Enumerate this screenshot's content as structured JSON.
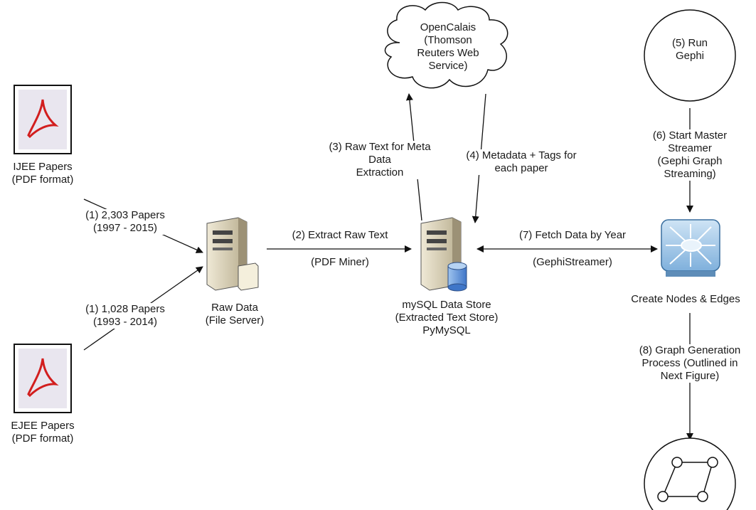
{
  "ijee": {
    "line1": "IJEE Papers",
    "line2": "(PDF format)"
  },
  "ejee": {
    "line1": "EJEE Papers",
    "line2": "(PDF format)"
  },
  "edge_ijee": {
    "line1": "(1)  2,303 Papers",
    "line2": "(1997 - 2015)"
  },
  "edge_ejee": {
    "line1": "(1) 1,028 Papers",
    "line2": "(1993 - 2014)"
  },
  "raw_data": {
    "line1": "Raw Data",
    "line2": "(File Server)"
  },
  "extract": {
    "label": "(2) Extract Raw Text",
    "tool": "(PDF Miner)"
  },
  "opencalais": {
    "line1": "OpenCalais",
    "line2": "(Thomson",
    "line3": "Reuters Web",
    "line4": "Service)"
  },
  "raw_text": {
    "line1": "(3) Raw Text for Meta",
    "line2": "Data",
    "line3": "Extraction"
  },
  "metadata": {
    "line1": "(4) Metadata + Tags for",
    "line2": "each paper"
  },
  "mysql": {
    "line1": "mySQL Data Store",
    "line2": "(Extracted Text Store)",
    "line3": "PyMySQL"
  },
  "fetch": {
    "label": "(7) Fetch Data by Year",
    "tool": "(GephiStreamer)"
  },
  "gephi": {
    "line1": "(5) Run",
    "line2": "Gephi"
  },
  "master": {
    "line1": "(6) Start Master",
    "line2": "Streamer",
    "line3": "(Gephi Graph",
    "line4": "Streaming)"
  },
  "nodes_edges": {
    "label": "Create Nodes & Edges"
  },
  "graph_gen": {
    "line1": "(8) Graph Generation",
    "line2": "Process (Outlined in",
    "line3": "Next Figure)"
  }
}
